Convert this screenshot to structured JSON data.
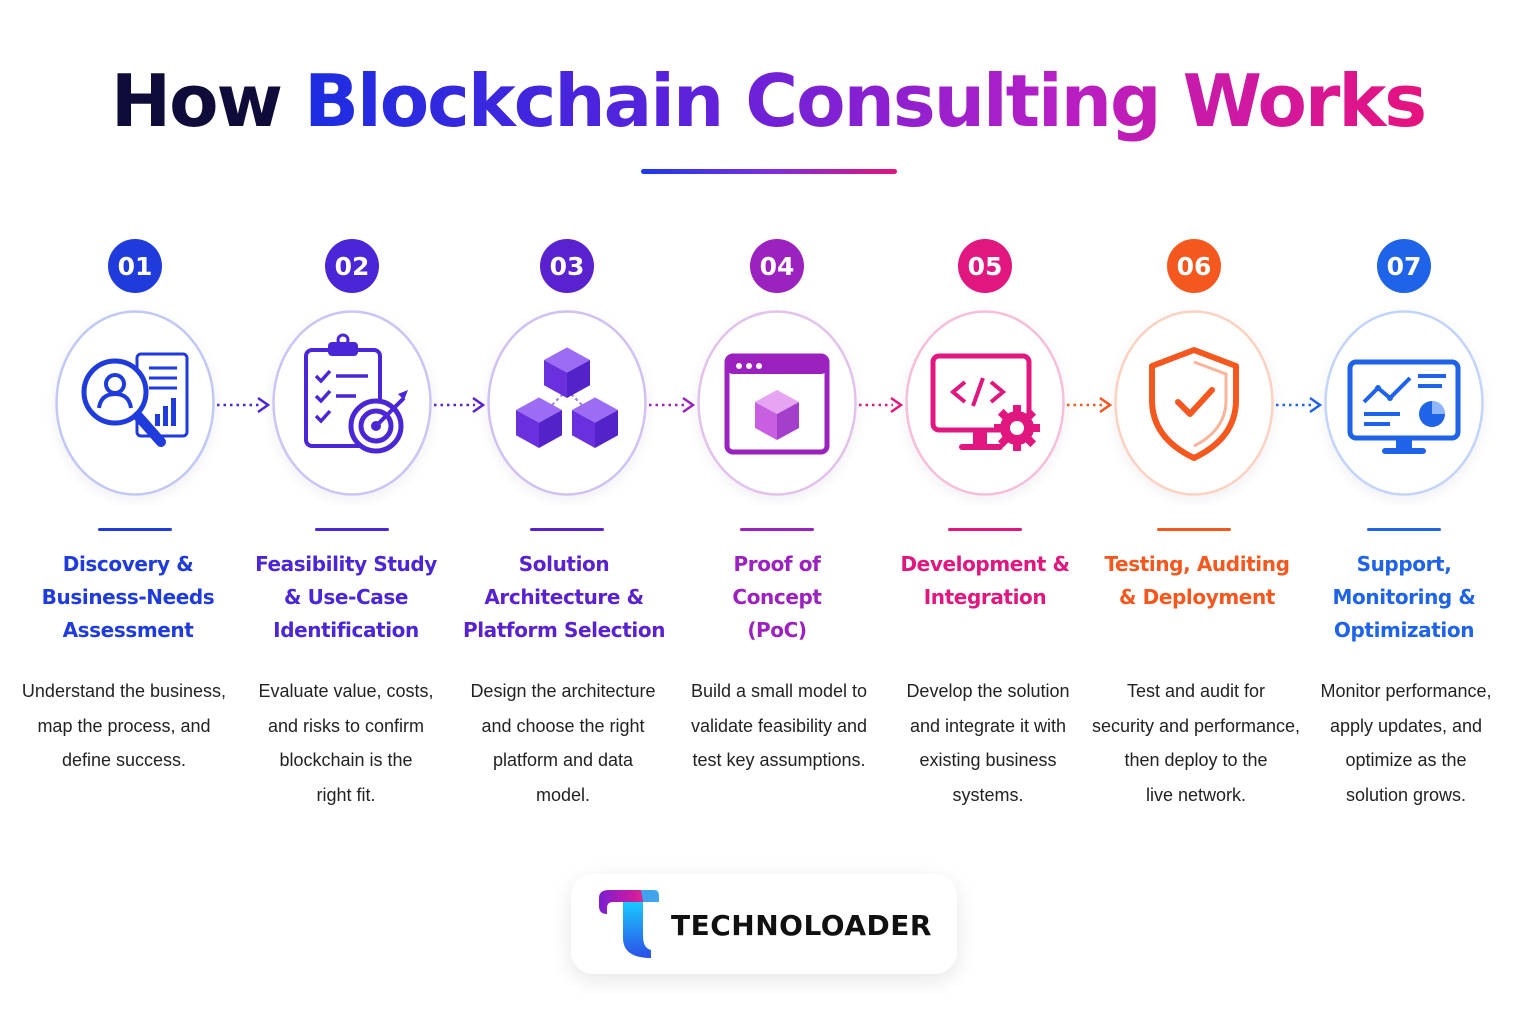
{
  "title": {
    "part1": "How",
    "part2": "Blockchain Consulting Works"
  },
  "brand": {
    "name": "TECHNOLOADER"
  },
  "steps": [
    {
      "num": "01",
      "color": "#1f3bdb",
      "icon": "search-user-report-icon",
      "title": [
        "Discovery &",
        "Business-Needs",
        "Assessment"
      ],
      "desc": [
        "Understand the business,",
        "map the process, and",
        "define success."
      ]
    },
    {
      "num": "02",
      "color": "#4b26d6",
      "icon": "clipboard-target-icon",
      "title": [
        "Feasibility Study",
        "& Use-Case",
        "Identification"
      ],
      "desc": [
        "Evaluate value, costs,",
        "and risks to confirm",
        "blockchain is the",
        "right fit."
      ]
    },
    {
      "num": "03",
      "color": "#5a22cf",
      "icon": "connected-blocks-icon",
      "title": [
        "Solution",
        "Architecture &",
        "Platform Selection"
      ],
      "desc": [
        "Design the architecture",
        "and choose the right",
        "platform and data",
        "model."
      ]
    },
    {
      "num": "04",
      "color": "#9c22c0",
      "icon": "browser-cube-icon",
      "title": [
        "Proof of",
        "Concept",
        "(PoC)"
      ],
      "desc": [
        "Build a small model to",
        "validate feasibility and",
        "test key assumptions."
      ]
    },
    {
      "num": "05",
      "color": "#e0177e",
      "icon": "code-monitor-gear-icon",
      "title": [
        "Development &",
        "Integration"
      ],
      "desc": [
        "Develop the solution",
        "and integrate it with",
        "existing business",
        "systems."
      ]
    },
    {
      "num": "06",
      "color": "#f4581e",
      "icon": "shield-check-icon",
      "title": [
        "Testing, Auditing",
        "& Deployment"
      ],
      "desc": [
        "Test and audit for",
        "security and performance,",
        "then deploy to the",
        "live network."
      ]
    },
    {
      "num": "07",
      "color": "#1f63e8",
      "icon": "analytics-monitor-icon",
      "title": [
        "Support,",
        "Monitoring &",
        "Optimization"
      ],
      "desc": [
        "Monitor performance,",
        "apply updates, and",
        "optimize as the",
        "solution grows."
      ]
    }
  ]
}
